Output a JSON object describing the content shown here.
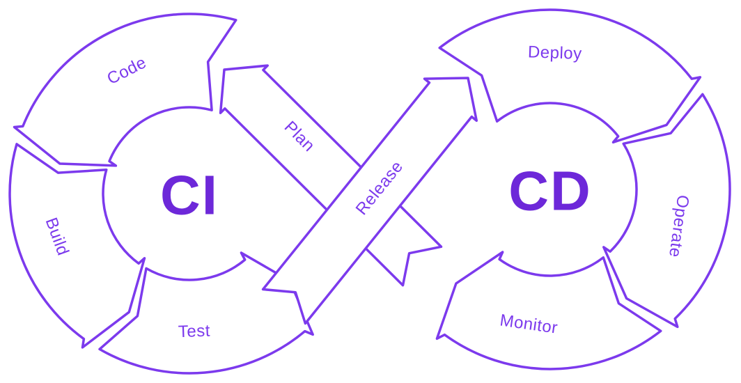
{
  "title": "DevOps CI/CD infinity loop diagram",
  "colors": {
    "background": "#ffffff",
    "outline": "#7C3AED",
    "segment_fill": "#ffffff",
    "stage_label": "#7C3AED",
    "loop_label": "#6D28D9"
  },
  "loops": {
    "left": {
      "label": "CI"
    },
    "right": {
      "label": "CD"
    }
  },
  "stages": [
    {
      "id": "plan",
      "label": "Plan"
    },
    {
      "id": "code",
      "label": "Code"
    },
    {
      "id": "build",
      "label": "Build"
    },
    {
      "id": "test",
      "label": "Test"
    },
    {
      "id": "release",
      "label": "Release"
    },
    {
      "id": "deploy",
      "label": "Deploy"
    },
    {
      "id": "operate",
      "label": "Operate"
    },
    {
      "id": "monitor",
      "label": "Monitor"
    }
  ],
  "flow_order": [
    "plan",
    "code",
    "build",
    "test",
    "release",
    "deploy",
    "operate",
    "monitor"
  ]
}
